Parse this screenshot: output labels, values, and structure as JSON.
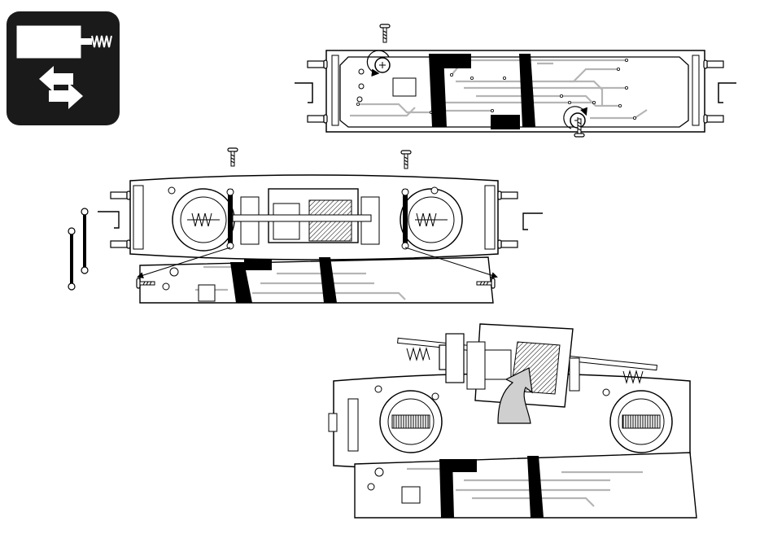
{
  "instruction_icon": {
    "name": "swap-component-icon",
    "background": "#1a1a1a",
    "foreground": "#ffffff"
  },
  "colors": {
    "line": "#000000",
    "trace": "#b5b5b5",
    "paper": "#ffffff",
    "arrow_fill": "#cfcfcf"
  },
  "steps": [
    {
      "name": "step-remove-pcb",
      "description_icons": [
        "screw-icon",
        "screw-icon"
      ]
    },
    {
      "name": "step-remove-chassis-cover",
      "description_icons": [
        "screw-icon",
        "screw-icon",
        "screw-icon",
        "screw-icon",
        "bracket-icon",
        "bracket-icon"
      ]
    },
    {
      "name": "step-replace-motor",
      "description_icons": [
        "motor-icon",
        "worm-gear-icon",
        "lift-arrow-icon"
      ]
    }
  ]
}
